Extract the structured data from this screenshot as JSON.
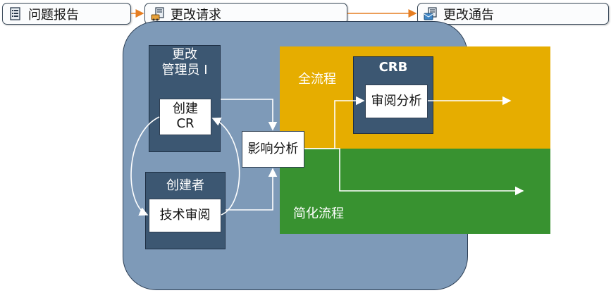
{
  "top_flow": {
    "problem_report": "问题报告",
    "change_request": "更改请求",
    "change_notice": "更改通告"
  },
  "regions": {
    "full_flow": "全流程",
    "simple_flow": "简化流程"
  },
  "change_manager": {
    "title_line1": "更改",
    "title_line2": "管理员 I",
    "create_cr_line1": "创建",
    "create_cr_line2": "CR"
  },
  "creator": {
    "title": "创建者",
    "tech_review": "技术审阅"
  },
  "impact_analysis": "影响分析",
  "crb": {
    "title": "CRB",
    "review_analysis": "审阅分析"
  },
  "colors": {
    "main_area": "#7e9ab8",
    "full_flow": "#e6ad00",
    "simple_flow": "#389230",
    "dark_box": "#3c5772",
    "arrow_top": "#e67e22"
  },
  "icons": [
    "document-icon",
    "change-request-icon",
    "notice-icon"
  ]
}
